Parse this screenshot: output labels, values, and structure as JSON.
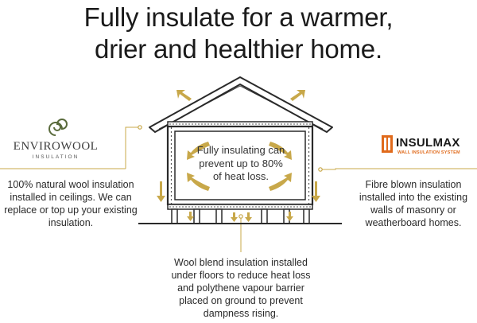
{
  "headline": {
    "line1": "Fully insulate for a warmer,",
    "line2": "drier and healthier home."
  },
  "house": {
    "text": "Fully insulating can prevent up to 80% of heat loss."
  },
  "envirowool": {
    "name": "ENVIROWOOL",
    "tagline": "INSULATION",
    "description": "100% natural wool insulation installed in ceilings. We can replace or top up your existing insulation."
  },
  "insulmax": {
    "name": "INSULMAX",
    "tagline": "WALL INSULATION SYSTEM",
    "description": "Fibre blown insulation installed into the existing walls of masonry or weatherboard homes."
  },
  "floor": {
    "description": "Wool blend insulation installed under floors to reduce heat loss and polythene vapour barrier placed on ground to prevent dampness rising."
  },
  "colors": {
    "accent": "#c8a84a",
    "insulmax_orange": "#e06a1b",
    "envirowool_green": "#5a6b3c",
    "outline": "#2a2a2a"
  }
}
